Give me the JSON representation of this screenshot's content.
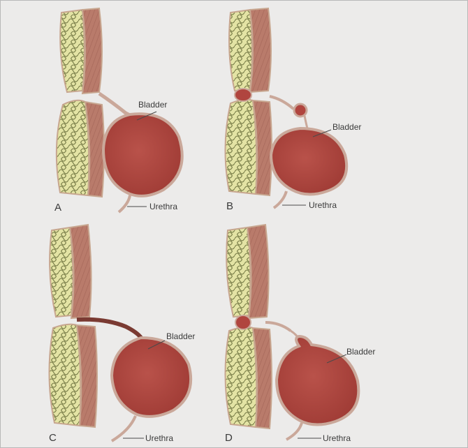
{
  "figure": {
    "panels": [
      {
        "letter": "A",
        "bladder_label": "Bladder",
        "urethra_label": "Urethra"
      },
      {
        "letter": "B",
        "bladder_label": "Bladder",
        "urethra_label": "Urethra"
      },
      {
        "letter": "C",
        "bladder_label": "Bladder",
        "urethra_label": "Urethra"
      },
      {
        "letter": "D",
        "bladder_label": "Bladder",
        "urethra_label": "Urethra"
      }
    ]
  },
  "colors": {
    "background": "#ecebea",
    "bladder_fill": "#b0453f",
    "bladder_outline": "#caa89a",
    "muscle": "#b8796a",
    "fat": "#e3e3a4",
    "fat_outline": "#6f7440"
  }
}
